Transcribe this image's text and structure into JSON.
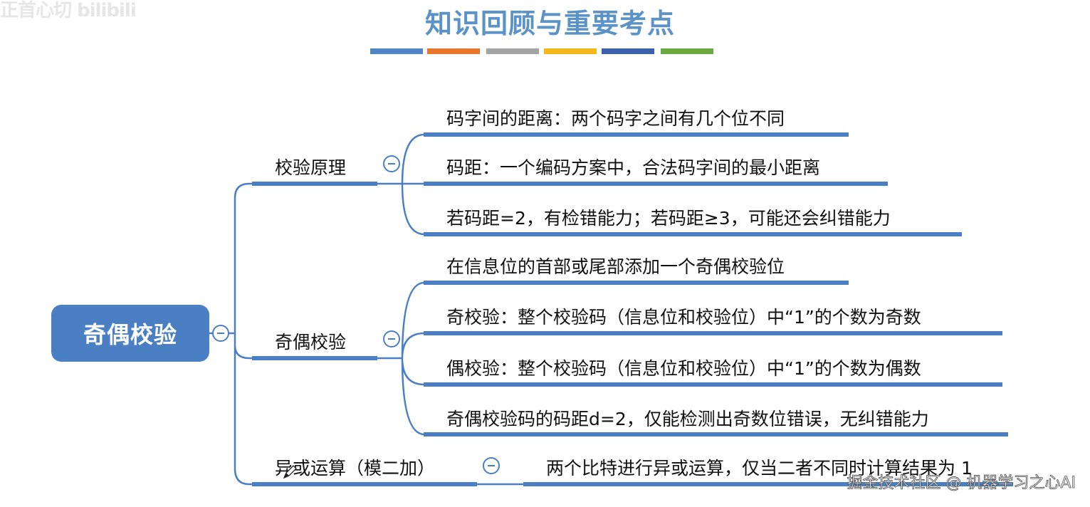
{
  "corner_logo": "正首心切 bilibili",
  "title": "知识回顾与重要考点",
  "color_bar": [
    "#4f86c6",
    "#e8772e",
    "#a5a5a5",
    "#f5b81c",
    "#3d61ad",
    "#6aaa3e"
  ],
  "accent_color": "#4a7fc4",
  "root": "奇偶校验",
  "branches": [
    {
      "label": "校验原理",
      "items": [
        "码字间的距离：两个码字之间有几个位不同",
        "码距：一个编码方案中，合法码字间的最小距离",
        "若码距=2，有检错能力；若码距≥3，可能还会纠错能力"
      ]
    },
    {
      "label": "奇偶校验",
      "items": [
        "在信息位的首部或尾部添加一个奇偶校验位",
        "奇校验：整个校验码（信息位和校验位）中“1”的个数为奇数",
        "偶校验：整个校验码（信息位和校验位）中“1”的个数为偶数",
        "奇偶校验码的码距d=2，仅能检测出奇数位错误，无纠错能力"
      ]
    },
    {
      "label": "异或运算（模二加）",
      "items": [
        "两个比特进行异或运算，仅当二者不同时计算结果为 1"
      ]
    }
  ],
  "watermark": "掘金技术社区 @ 机器学习之心AI"
}
